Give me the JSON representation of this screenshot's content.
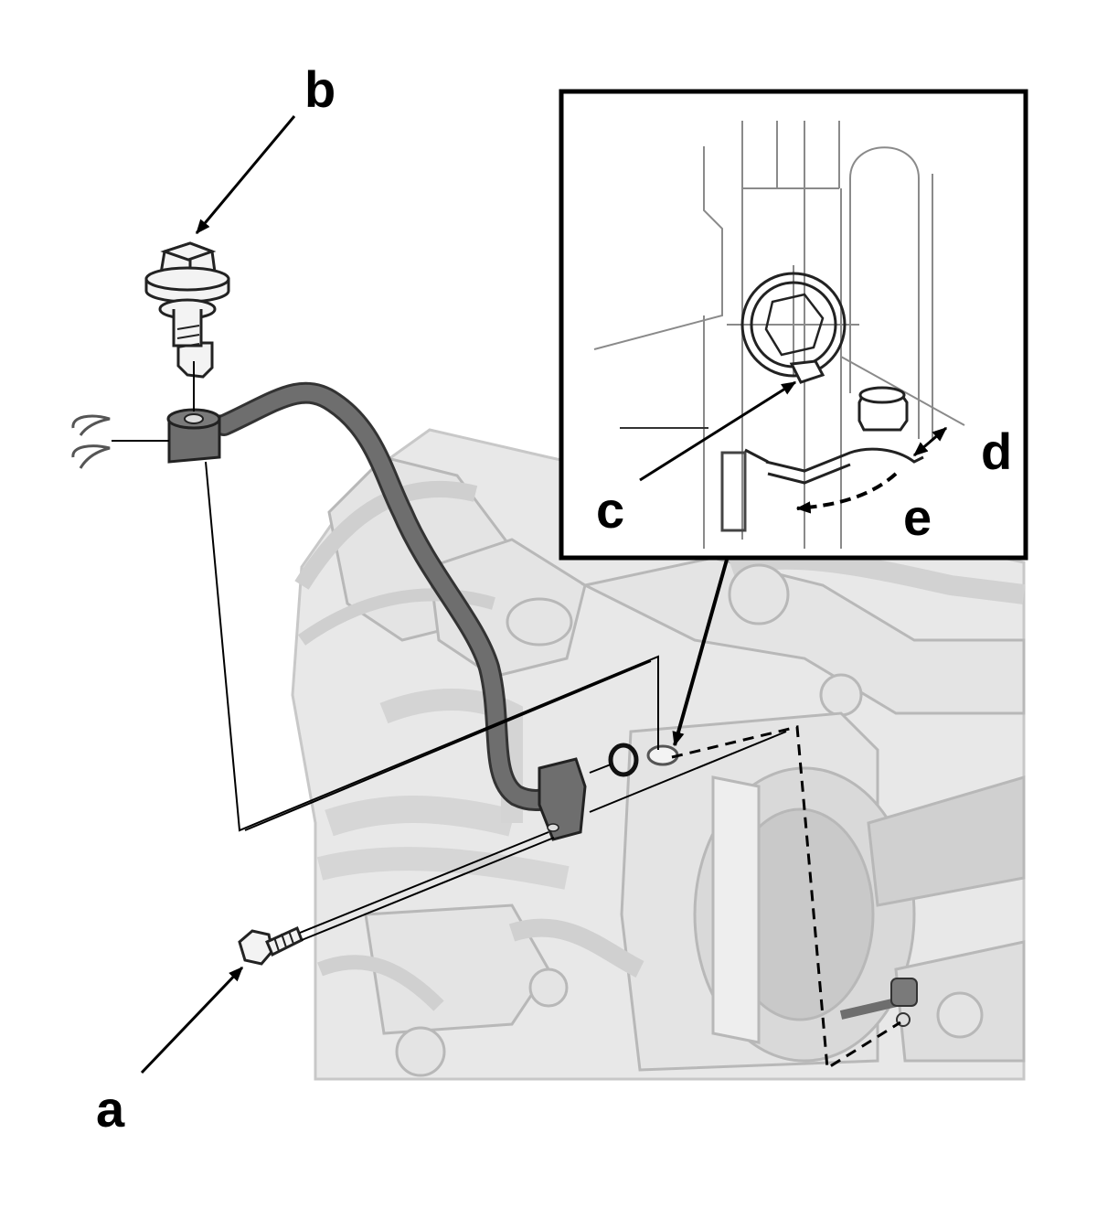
{
  "diagram": {
    "callouts": {
      "a": "a",
      "b": "b",
      "c": "c",
      "d": "d",
      "e": "e"
    },
    "parts": [
      {
        "id": "a",
        "name": "pipe-mounting-bolt"
      },
      {
        "id": "b",
        "name": "banjo-bolt"
      },
      {
        "id": "c",
        "name": "alignment-tab"
      },
      {
        "id": "d",
        "name": "clearance"
      },
      {
        "id": "e",
        "name": "rotation-direction"
      }
    ],
    "colors": {
      "line": "#000000",
      "engine_fill": "#e4e4e4",
      "engine_stroke": "#b8b8b8",
      "pipe": "#6e6e6e",
      "inset_border": "#000000",
      "inset_detail": "#8a8a8a"
    }
  }
}
